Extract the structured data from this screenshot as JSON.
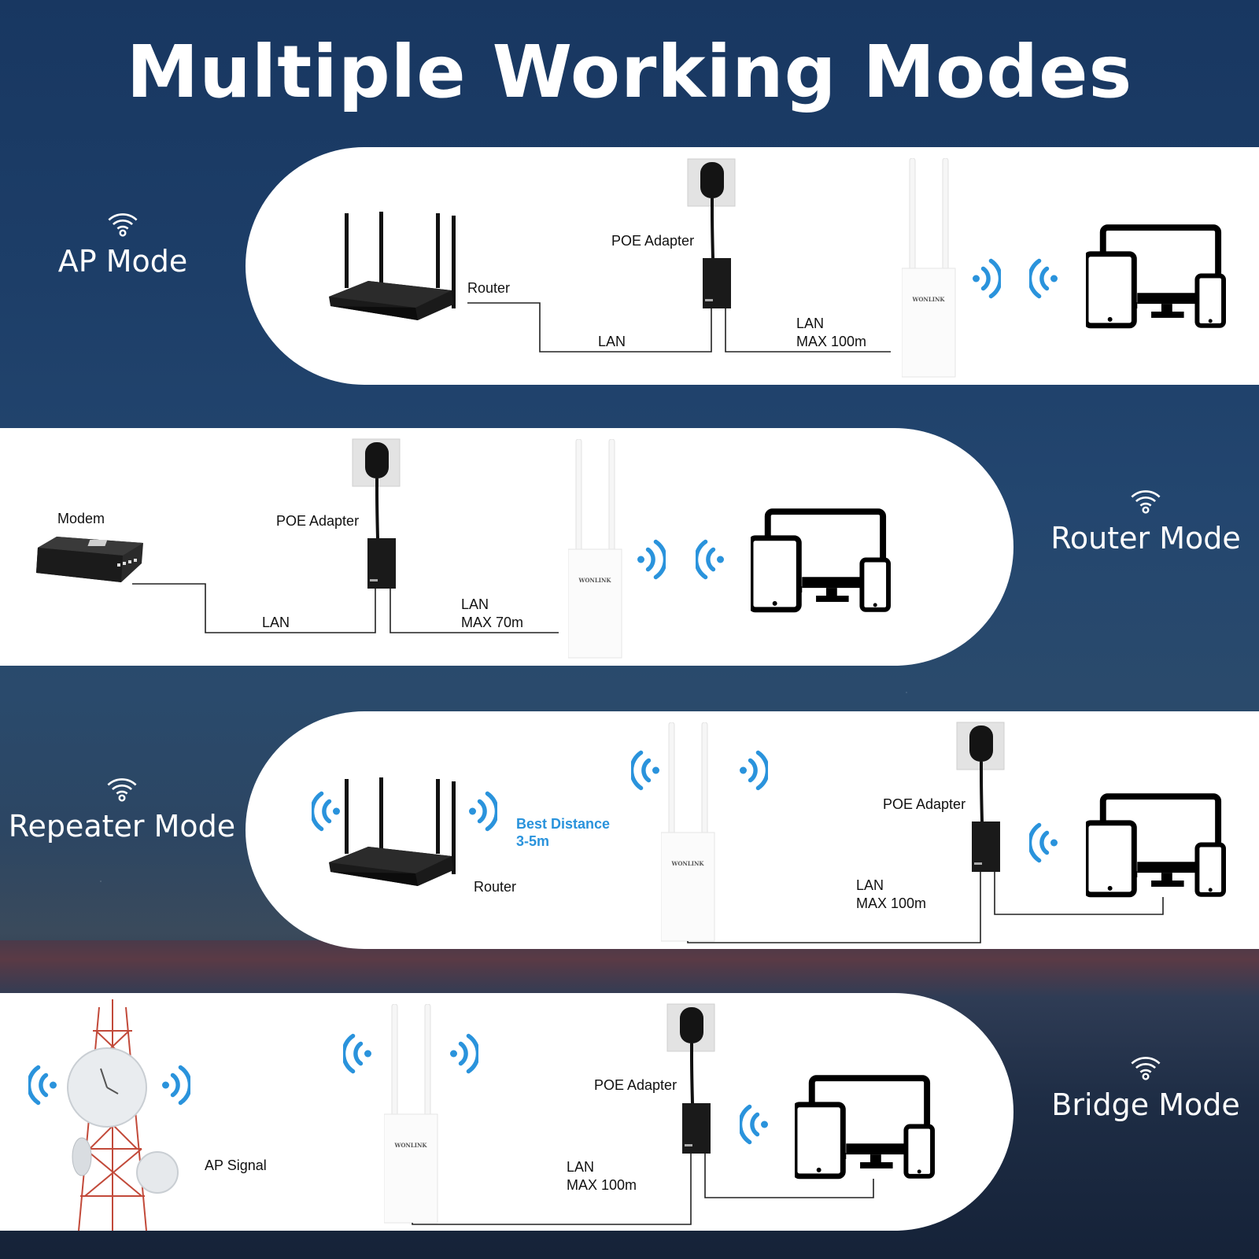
{
  "title": "Multiple Working Modes",
  "brand": "WONLINK",
  "colors": {
    "signal_blue": "#2a93dc",
    "background_navy": "#183761",
    "panel": "#ffffff"
  },
  "icons": [
    "wifi-icon",
    "router-icon",
    "poe-adapter-icon",
    "access-point-icon",
    "devices-icon",
    "modem-icon",
    "tower-icon",
    "signal-waves-icon"
  ],
  "modes": {
    "ap": {
      "name": "AP Mode",
      "router": "Router",
      "poe": "POE Adapter",
      "lan": "LAN",
      "lan2": "LAN",
      "max": "MAX 100m"
    },
    "router": {
      "name": "Router Mode",
      "modem": "Modem",
      "poe": "POE Adapter",
      "lan": "LAN",
      "lan2": "LAN",
      "max": "MAX 70m"
    },
    "repeater": {
      "name": "Repeater Mode",
      "router": "Router",
      "best": "Best Distance",
      "best_range": "3-5m",
      "poe": "POE Adapter",
      "lan": "LAN",
      "max": "MAX 100m"
    },
    "bridge": {
      "name": "Bridge Mode",
      "ap_signal": "AP Signal",
      "poe": "POE Adapter",
      "lan": "LAN",
      "max": "MAX 100m"
    }
  }
}
